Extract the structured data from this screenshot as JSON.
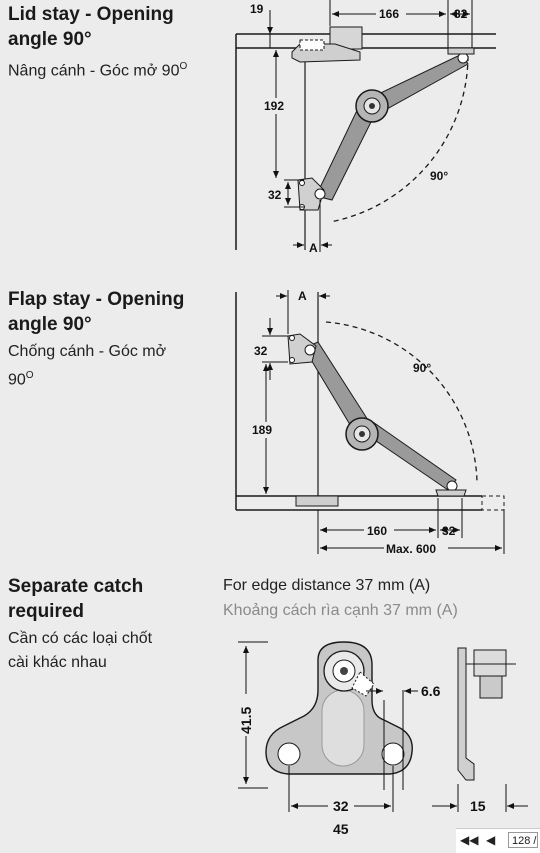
{
  "sections": {
    "lid": {
      "title_line1": "Lid stay - Opening",
      "title_line2": "angle 90°",
      "subtitle_line1": "Nâng cánh - Góc mở 90",
      "subtitle_sup": "O"
    },
    "flap": {
      "title_line1": "Flap stay - Opening",
      "title_line2": "angle 90°",
      "subtitle_line1": "Chống cánh - Góc mở",
      "subtitle_line2": "90",
      "subtitle_sup": "O"
    },
    "catch": {
      "title_line1": "Separate catch",
      "title_line2": "required",
      "subtitle_line1": "Cần có các loại chốt",
      "subtitle_line2": "cài khác nhau",
      "note_en": "For edge distance 37 mm (A)",
      "note_vi": "Khoảng cách rìa cạnh 37 mm (A)"
    }
  },
  "diagram_lid": {
    "dim_top_left": "19",
    "dim_top_mid": "166",
    "dim_top_right": "32",
    "dim_vertical": "192",
    "dim_base": "32",
    "label_a": "A",
    "angle": "90°"
  },
  "diagram_flap": {
    "label_a": "A",
    "dim_top": "32",
    "dim_vertical": "189",
    "angle": "90°",
    "dim_bottom_mid": "160",
    "dim_bottom_right": "32",
    "dim_max": "Max. 600"
  },
  "diagram_catch": {
    "dim_height": "41.5",
    "dim_right": "6.6",
    "dim_bottom": "32",
    "dim_bottom2": "45",
    "dim_side": "15"
  },
  "pager": {
    "page": "128 /",
    "first_icon": "first-page-icon",
    "prev_icon": "prev-page-icon"
  },
  "colors": {
    "background": "#ececec",
    "line": "#1a1a1a",
    "part": "#9a9a9a"
  }
}
